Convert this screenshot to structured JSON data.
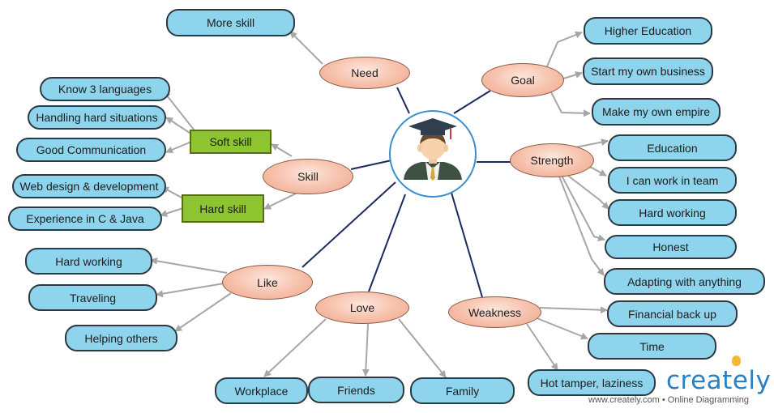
{
  "center": {
    "icon": "graduate-icon"
  },
  "topics": {
    "need": "Need",
    "goal": "Goal",
    "skill": "Skill",
    "strength": "Strength",
    "like": "Like",
    "love": "Love",
    "weakness": "Weakness"
  },
  "subtopics": {
    "soft_skill": "Soft skill",
    "hard_skill": "Hard skill"
  },
  "leaves": {
    "more_skill": "More skill",
    "higher_education": "Higher Education",
    "start_business": "Start my own business",
    "own_empire": "Make my own empire",
    "know_languages": "Know 3 languages",
    "handling_situations": "Handling hard situations",
    "good_communication": "Good Communication",
    "web_design": "Web design & development",
    "experience_c_java": "Experience in C & Java",
    "education": "Education",
    "team_work": "I can work in team",
    "hard_working_strength": "Hard working",
    "honest": "Honest",
    "adapting": "Adapting with anything",
    "hard_working_like": "Hard working",
    "traveling": "Traveling",
    "helping_others": "Helping others",
    "workplace": "Workplace",
    "friends": "Friends",
    "family": "Family",
    "financial_back_up": "Financial back up",
    "time": "Time",
    "hot_temper": "Hot tamper, laziness"
  },
  "branding": {
    "logo_text": "creately",
    "tagline": "www.creately.com • Online Diagramming"
  },
  "colors": {
    "leaf_fill": "#8dd4ec",
    "topic_fill": "#f6c0aa",
    "subtopic_fill": "#8dc531",
    "center_border": "#3a8fd1",
    "center_link": "#1a2a5e",
    "arrow": "#a6a6a6",
    "brand": "#2b7fc4"
  }
}
